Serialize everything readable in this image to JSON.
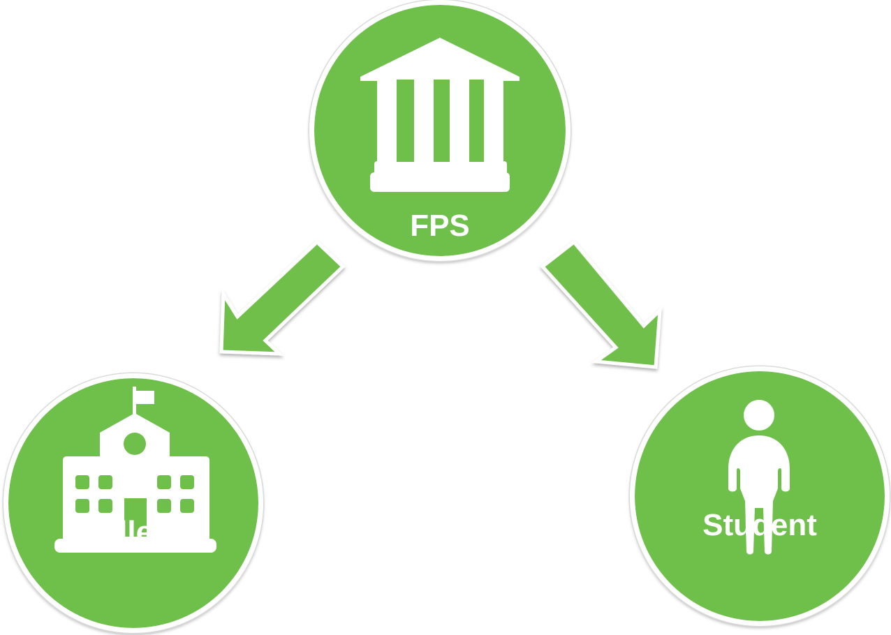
{
  "colors": {
    "node_fill": "#6fbf4b",
    "outline": "#ffffff",
    "arrow_fill": "#6fbf4b"
  },
  "nodes": {
    "fps": {
      "label": "FPS",
      "icon": "bank-building-icon"
    },
    "college": {
      "label": "College",
      "icon": "school-building-icon"
    },
    "student": {
      "label": "Student",
      "icon": "person-icon"
    }
  },
  "arrows": [
    {
      "from": "FPS",
      "to": "College"
    },
    {
      "from": "FPS",
      "to": "Student"
    }
  ]
}
